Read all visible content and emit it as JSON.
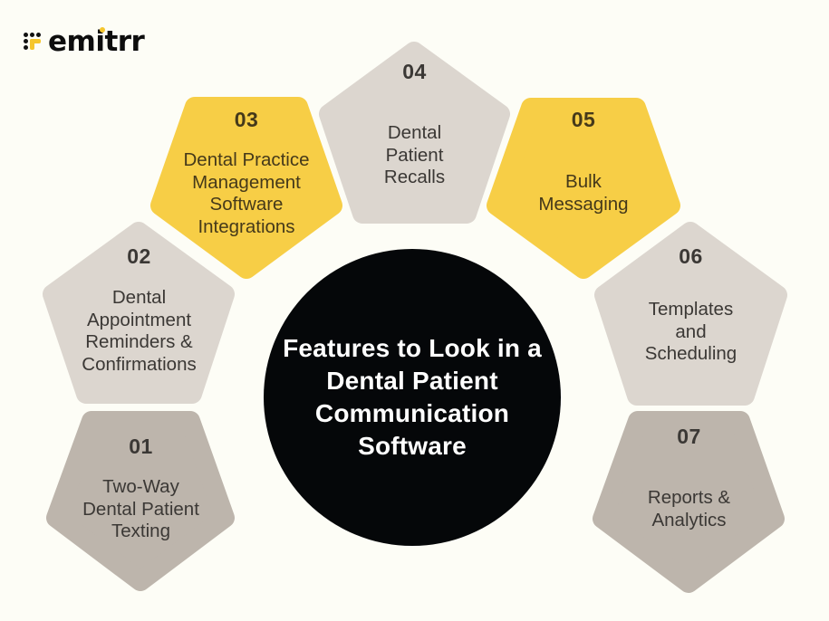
{
  "brand": {
    "name": "emitrr",
    "colors": {
      "black": "#0d0d0d",
      "accent": "#f5c62e"
    }
  },
  "center": {
    "title": "Features to Look in a Dental Patient Communication Software",
    "color": "#050709"
  },
  "colors": {
    "background": "#fdfdf6",
    "yellow": "#f7ce46",
    "light_gray": "#dcd6cf",
    "taupe": "#bdb5ac"
  },
  "features": [
    {
      "number": "01",
      "label": "Two-Way Dental Patient Texting",
      "lines": [
        "Two-Way",
        "Dental Patient",
        "Texting"
      ]
    },
    {
      "number": "02",
      "label": "Dental Appointment Reminders & Confirmations",
      "lines": [
        "Dental",
        "Appointment",
        "Reminders &",
        "Confirmations"
      ]
    },
    {
      "number": "03",
      "label": "Dental Practice Management Software Integrations",
      "lines": [
        "Dental Practice",
        "Management",
        "Software",
        "Integrations"
      ]
    },
    {
      "number": "04",
      "label": "Dental Patient Recalls",
      "lines": [
        "Dental",
        "Patient",
        "Recalls"
      ]
    },
    {
      "number": "05",
      "label": "Bulk Messaging",
      "lines": [
        "Bulk",
        "Messaging"
      ]
    },
    {
      "number": "06",
      "label": "Templates and Scheduling",
      "lines": [
        "Templates",
        "and",
        "Scheduling"
      ]
    },
    {
      "number": "07",
      "label": "Reports & Analytics",
      "lines": [
        "Reports &",
        "Analytics"
      ]
    }
  ]
}
